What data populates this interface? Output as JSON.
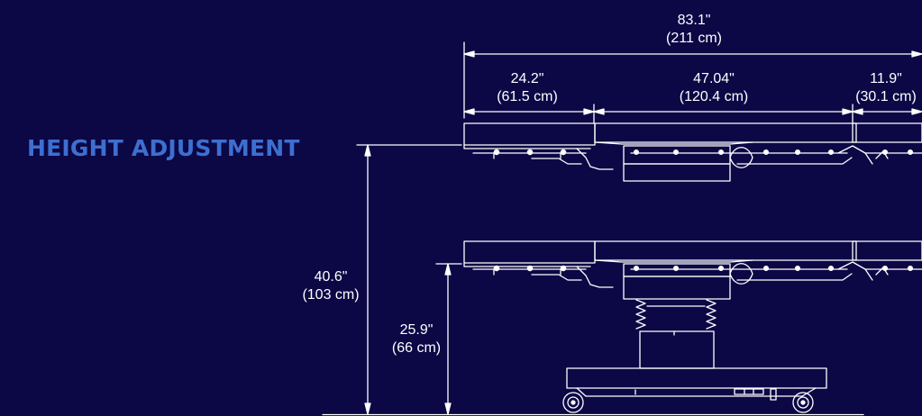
{
  "heading": "HEIGHT ADJUSTMENT",
  "colors": {
    "background": "#0c0745",
    "heading": "#3d6fd0",
    "lines": "#ffffff"
  },
  "dimensions": {
    "overall_length": {
      "imperial": "83.1\"",
      "metric": "(211 cm)"
    },
    "head_section": {
      "imperial": "24.2\"",
      "metric": "(61.5 cm)"
    },
    "seat_back_section": {
      "imperial": "47.04\"",
      "metric": "(120.4 cm)"
    },
    "leg_section": {
      "imperial": "11.9\"",
      "metric": "(30.1 cm)"
    },
    "max_height": {
      "imperial": "40.6\"",
      "metric": "(103 cm)"
    },
    "min_height": {
      "imperial": "25.9\"",
      "metric": "(66 cm)"
    }
  }
}
